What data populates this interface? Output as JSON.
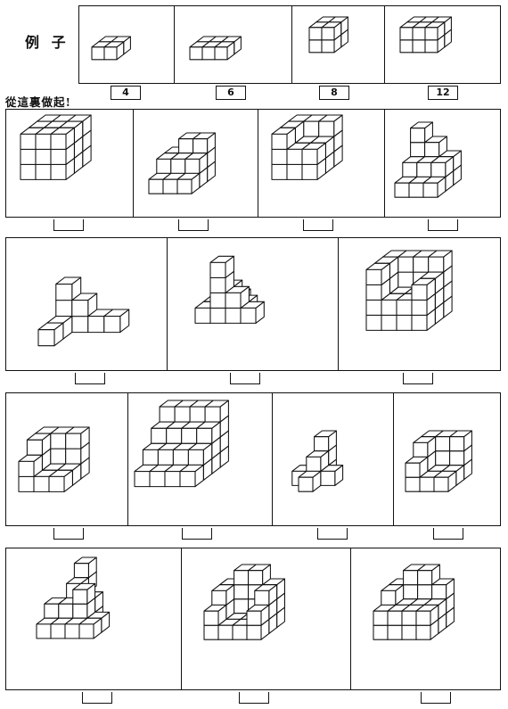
{
  "example_label": "例 子",
  "instruction": "從這裏做起!",
  "examples": [
    {
      "answer": "4"
    },
    {
      "answer": "6"
    },
    {
      "answer": "8"
    },
    {
      "answer": "12"
    }
  ],
  "rows": [
    {
      "puzzles": [
        {
          "answer": ""
        },
        {
          "answer": ""
        },
        {
          "answer": ""
        },
        {
          "answer": ""
        }
      ]
    },
    {
      "puzzles": [
        {
          "answer": ""
        },
        {
          "answer": ""
        },
        {
          "answer": ""
        }
      ]
    },
    {
      "puzzles": [
        {
          "answer": ""
        },
        {
          "answer": ""
        },
        {
          "answer": ""
        },
        {
          "answer": ""
        }
      ]
    },
    {
      "puzzles": [
        {
          "answer": ""
        },
        {
          "answer": ""
        },
        {
          "answer": ""
        }
      ]
    }
  ]
}
